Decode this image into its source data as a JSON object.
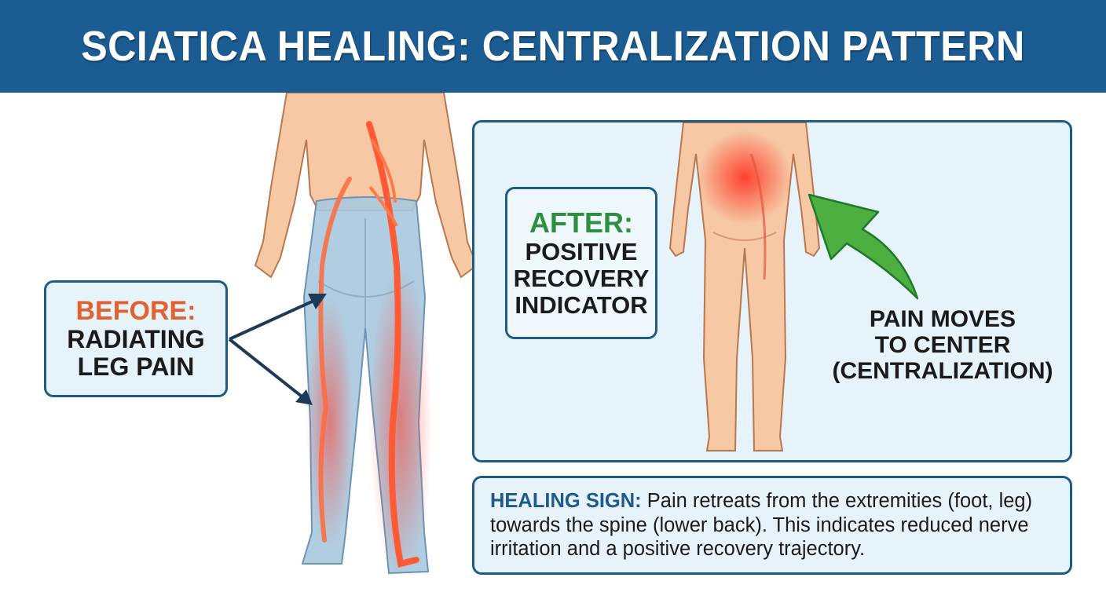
{
  "header": {
    "title": "SCIATICA HEALING: CENTRALIZATION PATTERN"
  },
  "before": {
    "tag": "BEFORE:",
    "line1": "RADIATING",
    "line2": "LEG PAIN"
  },
  "after": {
    "tag": "AFTER:",
    "line1": "POSITIVE",
    "line2": "RECOVERY",
    "line3": "INDICATOR"
  },
  "arrow_label": {
    "line1": "PAIN MOVES",
    "line2": "TO CENTER",
    "line3": "(CENTRALIZATION)"
  },
  "healing_sign": {
    "key": "HEALING SIGN:",
    "text": " Pain retreats from the extremities (foot, leg) towards the spine (lower back). This indicates reduced nerve irritation and a positive recovery trajectory."
  },
  "colors": {
    "header_bg": "#1b5c92",
    "panel_bg": "#e6f3fb",
    "panel_border": "#1d5b86",
    "before_accent": "#e2622f",
    "after_accent": "#2e8f3e",
    "arrow_green": "#4caf3f",
    "pain_red": "#ff3b2a",
    "skin": "#f6c8a4",
    "tights": "#a9c8de"
  }
}
